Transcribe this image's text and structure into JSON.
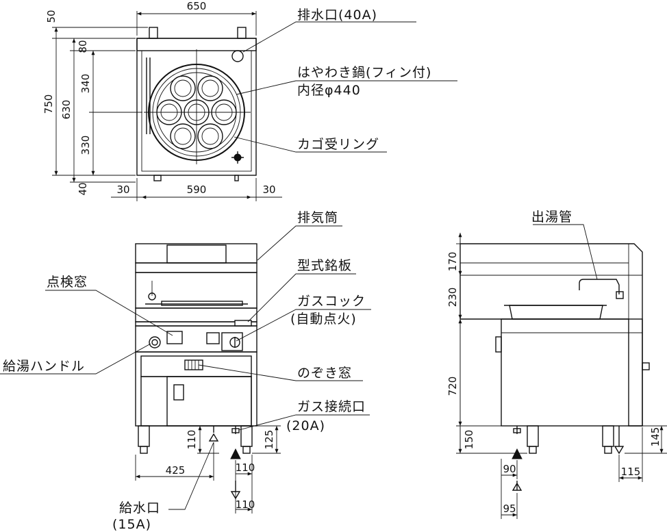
{
  "colors": {
    "line": "#111111",
    "background": "#ffffff"
  },
  "labels": {
    "drain": "排水口(40A)",
    "pot_line1": "はやわき鍋(フィン付)",
    "pot_line2": "内径φ440",
    "basket_ring": "カゴ受リング",
    "exhaust": "排気筒",
    "nameplate": "型式銘板",
    "gas_cock_line1": "ガスコック",
    "gas_cock_line2": "(自動点火)",
    "inspection_window": "点検窓",
    "hot_water_handle": "給湯ハンドル",
    "peep_window": "のぞき窓",
    "gas_connection_line1": "ガス接続口",
    "gas_connection_line2": "(20A)",
    "water_inlet_line1": "給水口",
    "water_inlet_line2": "(15A)",
    "hot_water_pipe": "出湯管"
  },
  "dimensions": {
    "top_width": "650",
    "top_50": "50",
    "top_80": "80",
    "top_750": "750",
    "top_340": "340",
    "top_630": "630",
    "top_330": "330",
    "top_40": "40",
    "top_30_left": "30",
    "top_590": "590",
    "top_30_right": "30",
    "front_110_height": "110",
    "front_425": "425",
    "front_110_gas": "110",
    "front_125": "125",
    "front_110_bottom": "110",
    "side_170": "170",
    "side_230": "230",
    "side_720": "720",
    "side_150": "150",
    "side_145": "145",
    "side_90": "90",
    "side_95": "95",
    "side_115": "115"
  }
}
